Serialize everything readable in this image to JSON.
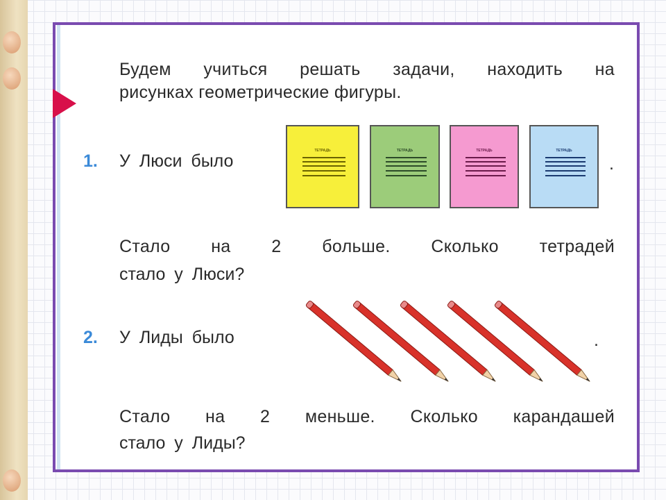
{
  "intro": {
    "line1": "Будем учиться решать задачи, находить на",
    "line2": "рисунках геометрические фигуры."
  },
  "task1": {
    "number": "1.",
    "label": "У Люси было",
    "period": ".",
    "line1": "Стало на 2 больше. Сколько тетрадей",
    "line2": "стало у Люси?",
    "notebooks": [
      {
        "color": "#f7ef3a",
        "ink": "#6a6200",
        "caption": "ТЕТРАДЬ"
      },
      {
        "color": "#9ccc7a",
        "ink": "#2c4a28",
        "caption": "ТЕТРАДЬ"
      },
      {
        "color": "#f59ad0",
        "ink": "#6a1a4a",
        "caption": "ТЕТРАДЬ"
      },
      {
        "color": "#b9dcf5",
        "ink": "#1a3a70",
        "caption": "ТЕТРАДЬ"
      }
    ]
  },
  "task2": {
    "number": "2.",
    "label": "У Лиды было",
    "period": ".",
    "line1": "Стало на 2 меньше. Сколько карандашей",
    "line2": "стало у Лиды?",
    "pencil_count": 5,
    "pencil_color": "#d8322a"
  }
}
